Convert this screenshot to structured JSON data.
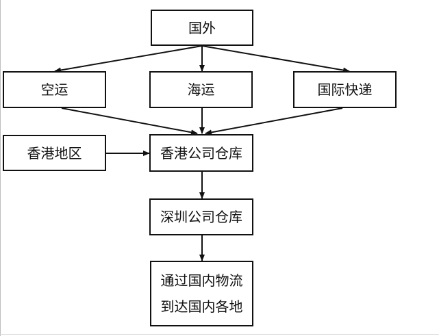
{
  "nodes": {
    "overseas": "国外",
    "air": "空运",
    "sea": "海运",
    "express": "国际快递",
    "hongkong_region": "香港地区",
    "hongkong_warehouse": "香港公司仓库",
    "shenzhen_warehouse": "深圳公司仓库",
    "domestic_line1": "通过国内物流",
    "domestic_line2": "到达国内各地"
  }
}
